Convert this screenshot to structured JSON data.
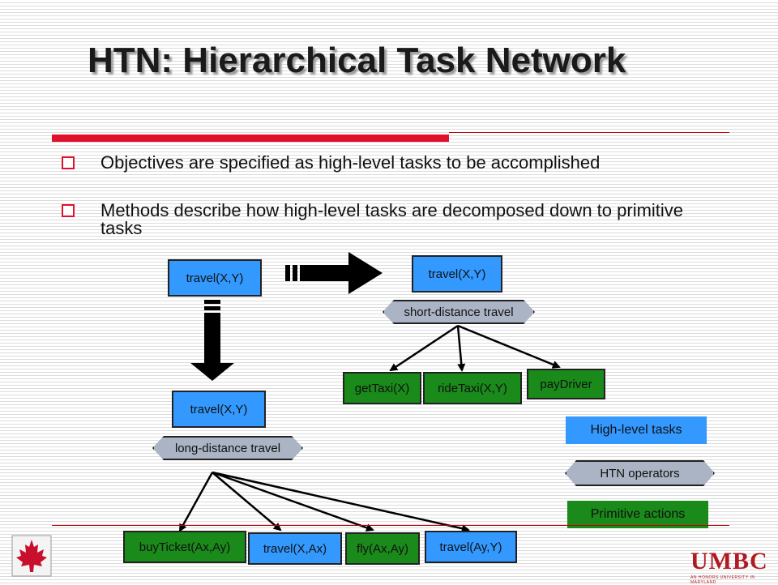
{
  "slide": {
    "title": "HTN: Hierarchical Task Network",
    "bullets": [
      "Objectives are specified as high-level tasks to be accomplished",
      "Methods describe how high-level tasks are decomposed down to primitive tasks"
    ]
  },
  "diagram": {
    "root_task": "travel(X,Y)",
    "short": {
      "task": "travel(X,Y)",
      "method": "short-distance travel",
      "subtasks": [
        "getTaxi(X)",
        "rideTaxi(X,Y)",
        "payDriver"
      ]
    },
    "long": {
      "task": "travel(X,Y)",
      "method": "long-distance travel",
      "subtasks": [
        "buyTicket(Ax,Ay)",
        "travel(X,Ax)",
        "fly(Ax,Ay)",
        "travel(Ay,Y)"
      ]
    }
  },
  "legend": {
    "high_level": "High-level tasks",
    "operators": "HTN operators",
    "primitive": "Primitive actions"
  },
  "logos": {
    "umbc": "UMBC",
    "umbc_sub": "AN HONORS UNIVERSITY IN MARYLAND"
  },
  "colors": {
    "accent": "#e0112b",
    "task_blue": "#3399ff",
    "primitive_green": "#1a8a1a",
    "operator_gray": "#aab4c4"
  }
}
